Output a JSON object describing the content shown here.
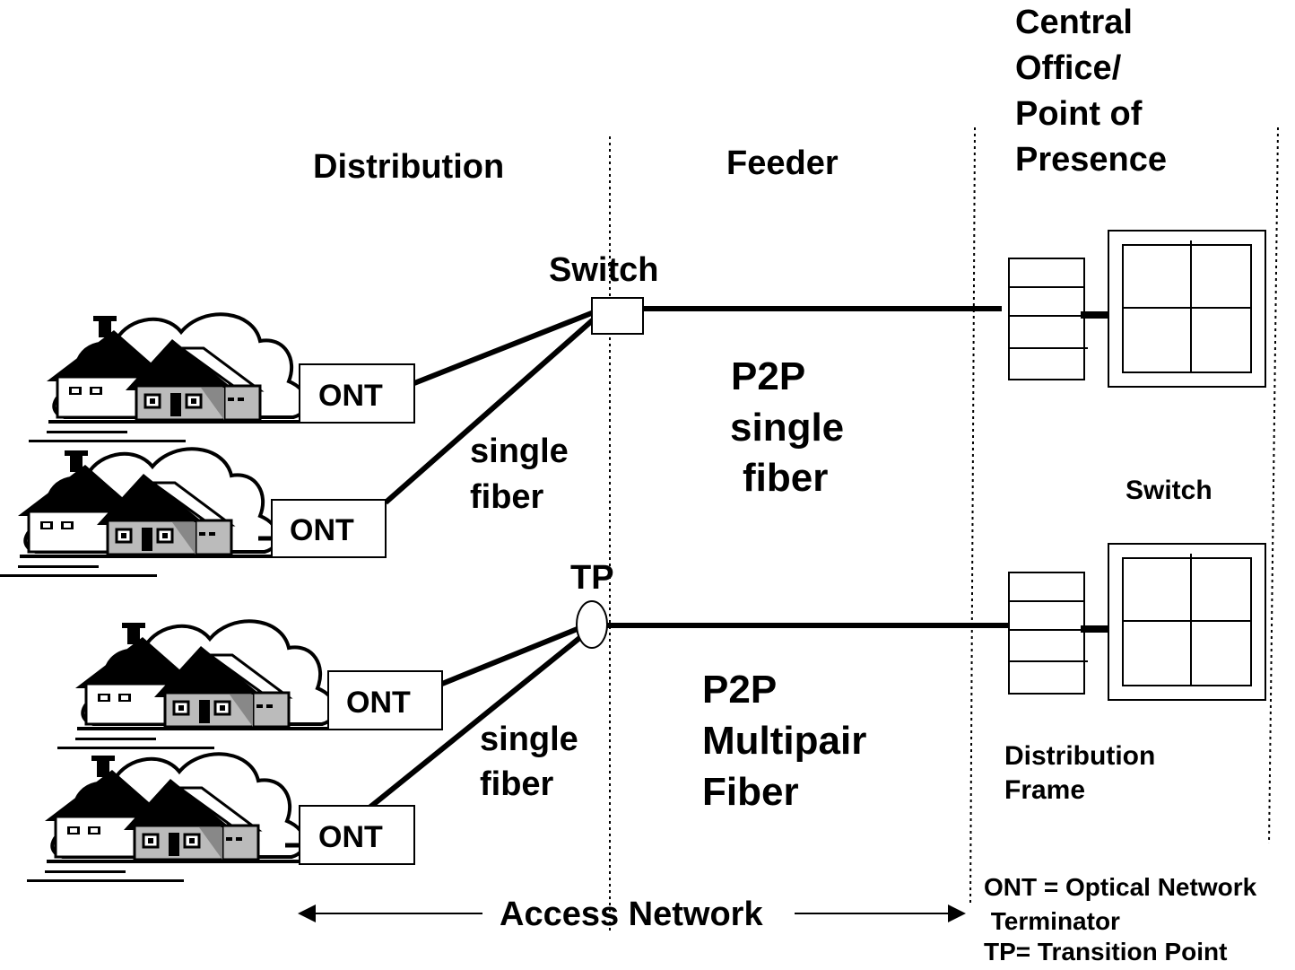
{
  "sections": {
    "distribution": "Distribution",
    "feeder": "Feeder",
    "central_office": [
      "Central",
      "Office/",
      "Point of",
      "Presence"
    ]
  },
  "nodes": {
    "switch_top": "Switch",
    "tp": "TP",
    "switch_right": "Switch",
    "distribution_frame": [
      "Distribution",
      "Frame"
    ]
  },
  "ont_label": "ONT",
  "fiber_labels": {
    "upper": [
      "single",
      "fiber"
    ],
    "lower": [
      "single",
      "fiber"
    ]
  },
  "feeder_labels": {
    "p2p_single": [
      "P2P",
      "single",
      "fiber"
    ],
    "p2p_multipair": [
      "P2P",
      "Multipair",
      "Fiber"
    ]
  },
  "access_network": "Access Network",
  "legend": [
    "ONT = Optical Network",
    " Terminator",
    "TP= Transition Point"
  ]
}
